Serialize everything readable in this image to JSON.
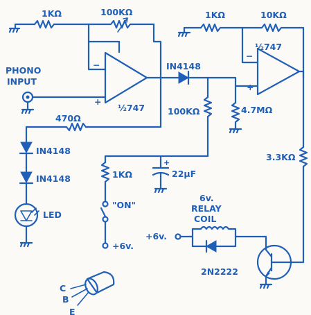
{
  "labels": {
    "r_in": "1KΩ",
    "r_fb1": "100KΩ",
    "r_in2": "1KΩ",
    "r_fb2": "10KΩ",
    "opamp1": "½747",
    "opamp2": "½747",
    "diode_top": "IN4148",
    "phono_line1": "PHONO",
    "phono_line2": "INPUT",
    "r_470": "470Ω",
    "r_100k": "100KΩ",
    "r_47m": "4.7MΩ",
    "diode1": "IN4148",
    "diode2": "IN4148",
    "led": "LED",
    "r_1k": "1KΩ",
    "cap": "22μF",
    "on": "\"ON\"",
    "plus6_left": "+6v.",
    "r_33k": "3.3KΩ",
    "relay_line1": "6v.",
    "relay_line2": "RELAY",
    "relay_line3": "COIL",
    "plus6_relay": "+6v.",
    "transistor": "2N2222",
    "pin_c": "C",
    "pin_b": "B",
    "pin_e": "E"
  }
}
